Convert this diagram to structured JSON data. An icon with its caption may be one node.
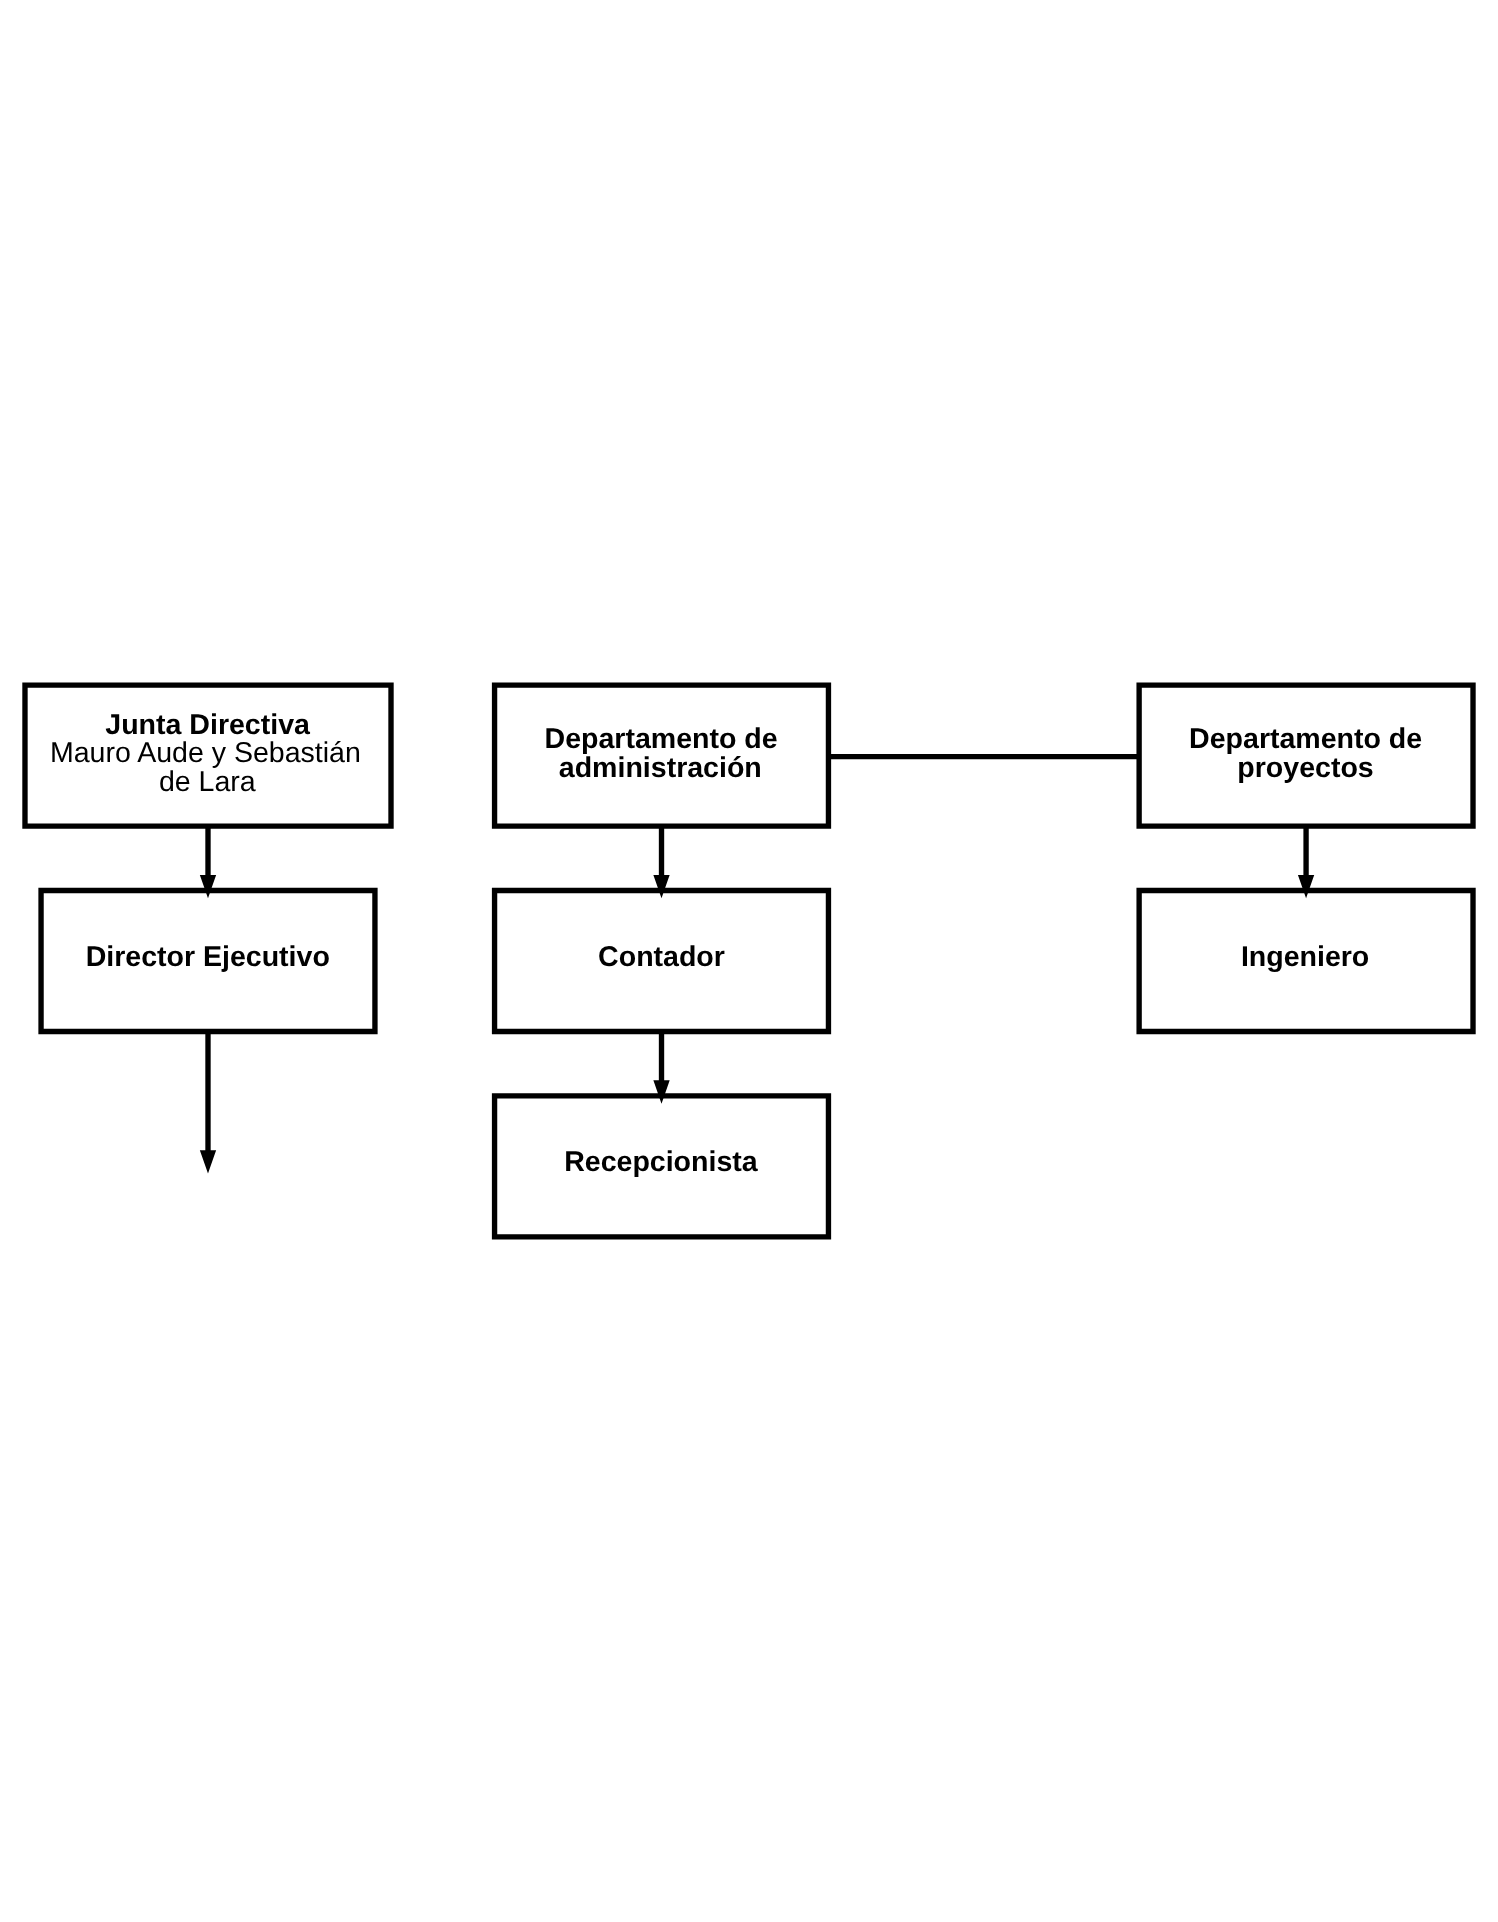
{
  "diagram": {
    "nodes": [
      {
        "text": [
          "Junta Directiva",
          "Mauro Aude y Sebastián de Lara"
        ]
      },
      {
        "text": [
          "Director Ejecutivo"
        ]
      },
      {
        "text": [
          "Departamento de administración"
        ]
      },
      {
        "text": [
          "Departamento de proyectos"
        ]
      },
      {
        "text": [
          "Contador"
        ]
      },
      {
        "text": [
          "Ingeniero"
        ]
      },
      {
        "text": [
          "Recepcionista"
        ]
      }
    ],
    "edges": [
      {
        "from": 0,
        "to": 1,
        "arrow": "to"
      },
      {
        "from": 1,
        "to": null,
        "arrow": "to"
      },
      {
        "from": 2,
        "to": 3,
        "arrow": "none"
      },
      {
        "from": 2,
        "to": 4,
        "arrow": "to"
      },
      {
        "from": 3,
        "to": 5,
        "arrow": "to"
      },
      {
        "from": 4,
        "to": 6,
        "arrow": "to"
      }
    ]
  }
}
